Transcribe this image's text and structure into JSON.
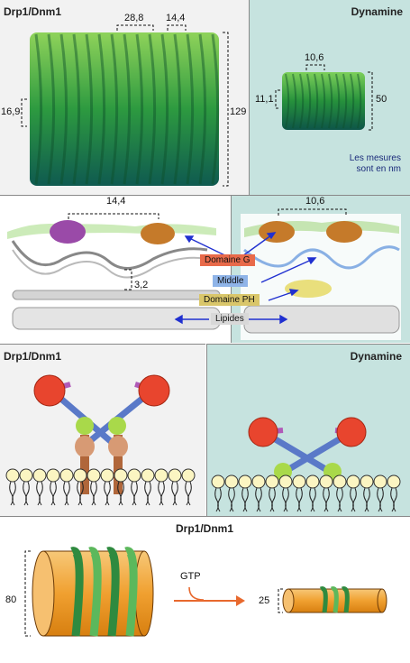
{
  "top": {
    "left_title": "Drp1/Dnm1",
    "right_title": "Dynamine",
    "measures_note_line1": "Les mesures",
    "measures_note_line2": "sont en nm",
    "drp_dims": {
      "pitch_a": "28,8",
      "pitch_b": "14,4",
      "width": "16,9",
      "height": "129"
    },
    "dyn_dims": {
      "pitch": "10,6",
      "width": "11,1",
      "height": "50"
    }
  },
  "sections": {
    "drp_pitch": "14,4",
    "drp_gap": "3,2",
    "dyn_pitch": "10,6",
    "labels": {
      "gdomain": "Domaine G",
      "middle": "Middle",
      "ph": "Domaine PH",
      "lipids": "Lipides"
    }
  },
  "middle": {
    "left_title": "Drp1/Dnm1",
    "right_title": "Dynamine"
  },
  "bottom": {
    "title": "Drp1/Dnm1",
    "big_diameter": "80",
    "small_diameter": "25",
    "arrow_label": "GTP"
  },
  "colors": {
    "teal_panel": "#c6e3df",
    "gdomain": "#e05a3a",
    "middle": "#3f7ed6",
    "ph": "#c8b84a",
    "green_helix": "#3a9a44",
    "orange_tube": "#f0a830",
    "arrow": "#e8692e"
  }
}
